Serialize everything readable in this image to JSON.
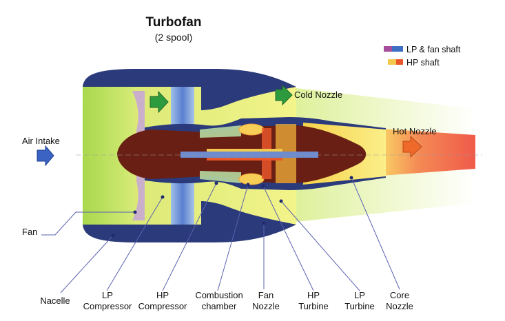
{
  "title": "Turbofan",
  "subtitle": "(2 spool)",
  "legend": {
    "lp_shaft": {
      "label": "LP & fan shaft",
      "colors": [
        "#a64d9e",
        "#3d6fc2"
      ]
    },
    "hp_shaft": {
      "label": "HP shaft",
      "colors": [
        "#f2c94c",
        "#e8562a"
      ]
    }
  },
  "callouts": {
    "air_intake": "Air Intake",
    "cold_nozzle": "Cold Nozzle",
    "hot_nozzle": "Hot Nozzle",
    "fan": "Fan"
  },
  "bottom_labels": [
    {
      "id": "nacelle",
      "lines": [
        "Nacelle"
      ]
    },
    {
      "id": "lp-compressor",
      "lines": [
        "LP",
        "Compressor"
      ]
    },
    {
      "id": "hp-compressor",
      "lines": [
        "HP",
        "Compressor"
      ]
    },
    {
      "id": "combustion-chamber",
      "lines": [
        "Combustion",
        "chamber"
      ]
    },
    {
      "id": "fan-nozzle",
      "lines": [
        "Fan",
        "Nozzle"
      ]
    },
    {
      "id": "hp-turbine",
      "lines": [
        "HP",
        "Turbine"
      ]
    },
    {
      "id": "lp-turbine",
      "lines": [
        "LP",
        "Turbine"
      ]
    },
    {
      "id": "core-nozzle",
      "lines": [
        "Core",
        "Nozzle"
      ]
    }
  ],
  "colors": {
    "nacelle": "#2b3a7a",
    "core": "#6a1f14",
    "bypass": "#e6f07a",
    "intake": "#b6dc54",
    "hot_exhaust": "#f05a4a",
    "cold_arrow": "#2e9a3e",
    "hot_arrow": "#ef6a2a",
    "intake_arrow": "#3a63c4"
  }
}
